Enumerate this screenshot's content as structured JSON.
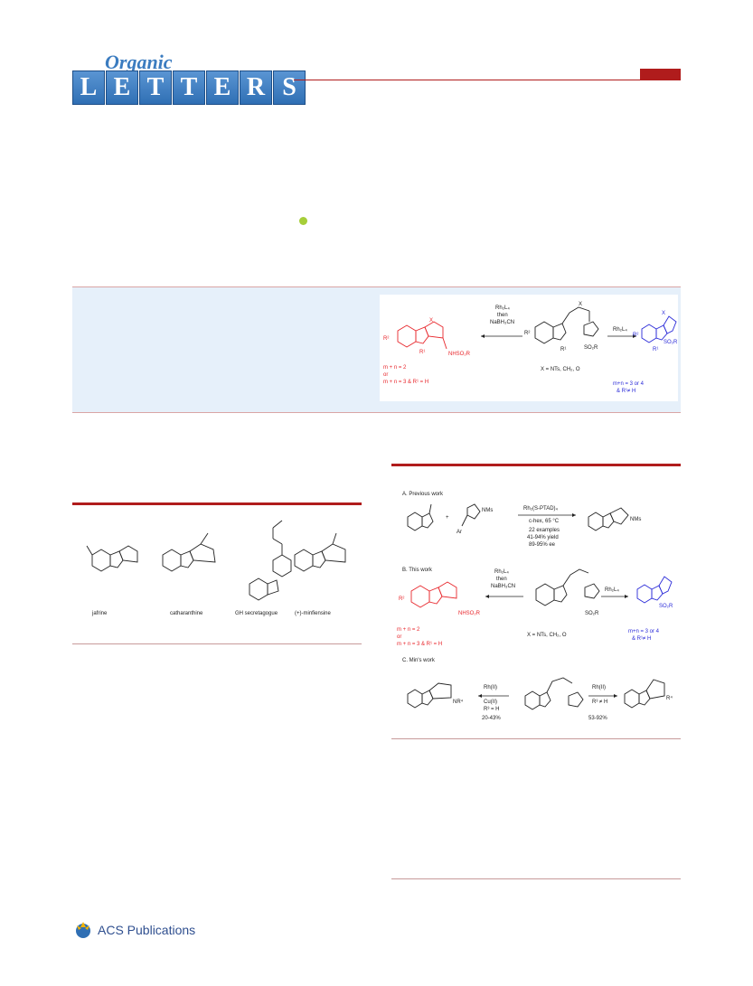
{
  "journal": {
    "organic_word": "Organic",
    "letters_chars": [
      "L",
      "E",
      "T",
      "T",
      "E",
      "R",
      "S"
    ],
    "accent": "#b01c1c",
    "header_blue": "#2f6fb4",
    "publisher": "ACS Publications"
  },
  "abstract_graphic": {
    "reagents_left": [
      "Rh₂L₄",
      "then",
      "NaBH₃CN"
    ],
    "reagent_right": "Rh₂L₄",
    "x_def": "X = NTs, CH₂, O",
    "left_cond": [
      "m + n = 2",
      "or",
      "m + n = 3 & R¹ = H"
    ],
    "right_cond": [
      "m+n = 3 or 4",
      "& R¹≠ H"
    ],
    "left_product_label": "NHSO₂R",
    "right_product_label": "SO₂R",
    "substrate_label": "SO₂R"
  },
  "figure1": {
    "compounds": [
      "jafrine",
      "catharanthine",
      "GH secretagogue",
      "(+)-minfiensine"
    ]
  },
  "scheme1": {
    "sections": {
      "A": "A. Previous work",
      "B": "B. This work",
      "C": "C. Min's work"
    },
    "a_conditions": [
      "Rh₂(S-PTAD)₄",
      "c-hex, 65 °C",
      "22 examples",
      "41-94% yield",
      "89-95% ee"
    ],
    "a_labels": {
      "triazole": "NMs",
      "sub": "Ar",
      "prod_sub": "NMs"
    },
    "c_left_conditions": [
      "Rh(II)",
      "Cu(II)",
      "R³ = H",
      "20-43%"
    ],
    "c_right_conditions": [
      "Rh(II)",
      "R³ ≠ H",
      "53-92%"
    ],
    "c_left_label": "NR⁴",
    "c_right_label": "R⁴"
  }
}
